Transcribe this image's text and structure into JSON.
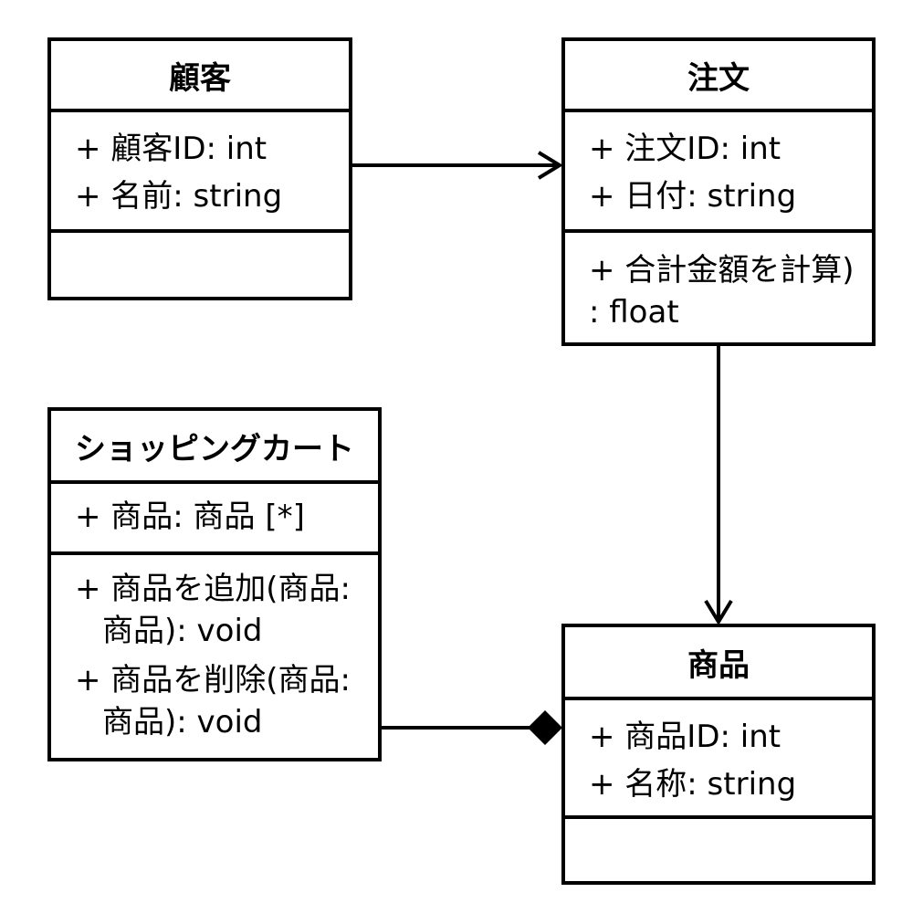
{
  "classes": {
    "customer": {
      "name": "顧客",
      "attributes": [
        "+ 顧客ID: int",
        "+ 名前: string"
      ],
      "methods": []
    },
    "order": {
      "name": "注文",
      "attributes": [
        "+ 注文ID: int",
        "+ 日付: string"
      ],
      "methods": [
        {
          "line1": "+ 合計金額を計算)",
          "line2": ": float"
        }
      ]
    },
    "cart": {
      "name": "ショッピングカート",
      "attributes": [
        "+ 商品: 商品 [*]"
      ],
      "methods": [
        {
          "line1": "+ 商品を追加(商品:",
          "line2": "商品): void"
        },
        {
          "line1": "+ 商品を削除(商品:",
          "line2": "商品): void"
        }
      ]
    },
    "product": {
      "name": "商品",
      "attributes": [
        "+ 商品ID: int",
        "+ 名称: string"
      ],
      "methods": []
    }
  },
  "relations": [
    {
      "from": "customer",
      "to": "order",
      "type": "directed-association"
    },
    {
      "from": "order",
      "to": "product",
      "type": "directed-association"
    },
    {
      "from": "cart",
      "to": "product",
      "type": "composition"
    }
  ]
}
